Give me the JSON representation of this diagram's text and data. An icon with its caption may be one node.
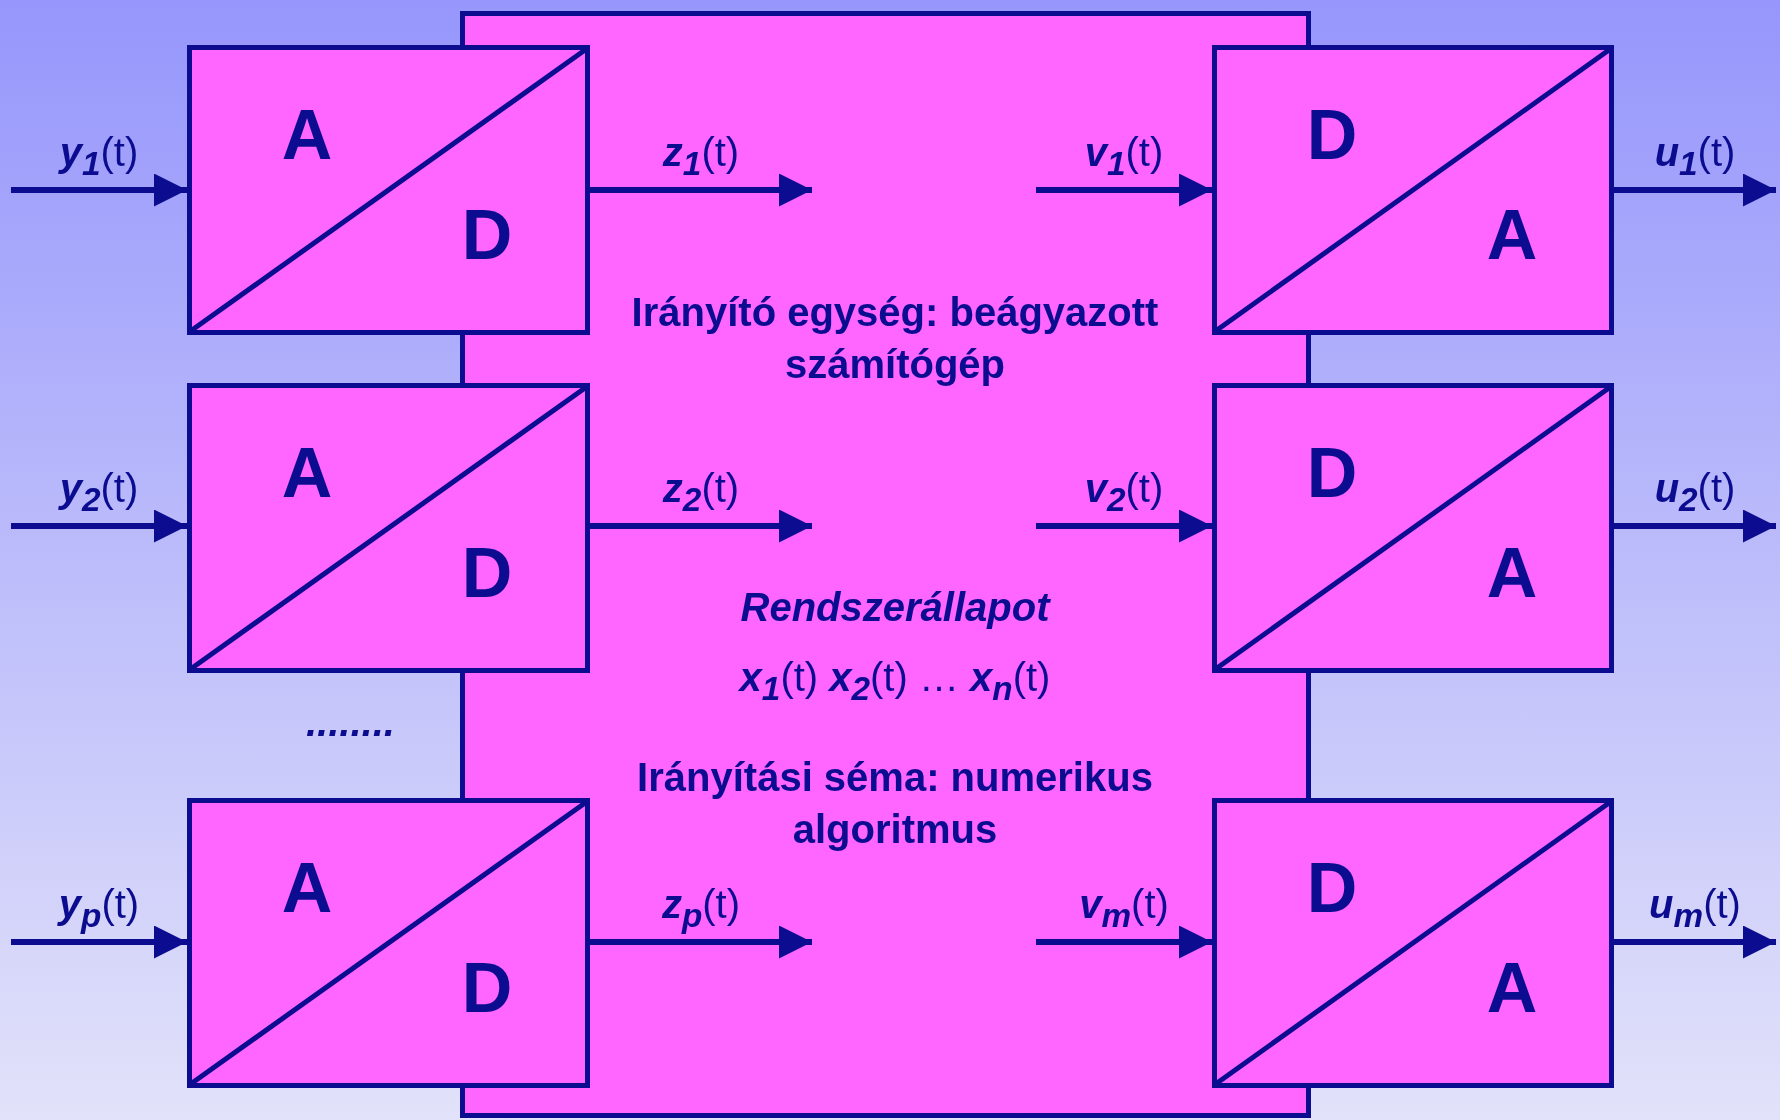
{
  "diagram": {
    "nodes": [
      {
        "text": [
          "Irányító egység: beágyazott számítógép",
          "Rendszerállapot",
          "**x**$_{1}$(t) **x**$_{2}$(t) … **x**$_{n}$(t)",
          "Irányítási séma: numerikus algoritmus"
        ]
      },
      {
        "text": [
          "A",
          "D"
        ]
      },
      {
        "text": [
          "A",
          "D"
        ]
      },
      {
        "text": [
          "A",
          "D"
        ]
      },
      {
        "text": [
          "D",
          "A"
        ]
      },
      {
        "text": [
          "D",
          "A"
        ]
      },
      {
        "text": [
          "D",
          "A"
        ]
      }
    ],
    "edges": [
      {
        "from": null,
        "to": 1,
        "arrow": "to",
        "label": "**y**$_{1}$(t)"
      },
      {
        "from": null,
        "to": 2,
        "arrow": "to",
        "label": "**y**$_{2}$(t)"
      },
      {
        "from": null,
        "to": 3,
        "arrow": "to",
        "label": "**y**$_{p}$(t)"
      },
      {
        "from": 1,
        "to": 0,
        "arrow": "to",
        "label": "**z**$_{1}$(t)"
      },
      {
        "from": 2,
        "to": 0,
        "arrow": "to",
        "label": "**z**$_{2}$(t)"
      },
      {
        "from": 3,
        "to": 0,
        "arrow": "to",
        "label": "**z**$_{p}$(t)"
      },
      {
        "from": 0,
        "to": 4,
        "arrow": "to",
        "label": "**v**$_{1}$(t)"
      },
      {
        "from": 0,
        "to": 5,
        "arrow": "to",
        "label": "**v**$_{2}$(t)"
      },
      {
        "from": 0,
        "to": 6,
        "arrow": "to",
        "label": "**v**$_{m}$(t)"
      },
      {
        "from": 4,
        "to": null,
        "arrow": "to",
        "label": "**u**$_{1}$(t)"
      },
      {
        "from": 5,
        "to": null,
        "arrow": "to",
        "label": "**u**$_{2}$(t)"
      },
      {
        "from": 6,
        "to": null,
        "arrow": "to",
        "label": "**u**$_{m}$(t)"
      }
    ],
    "labels": [
      "........"
    ]
  }
}
